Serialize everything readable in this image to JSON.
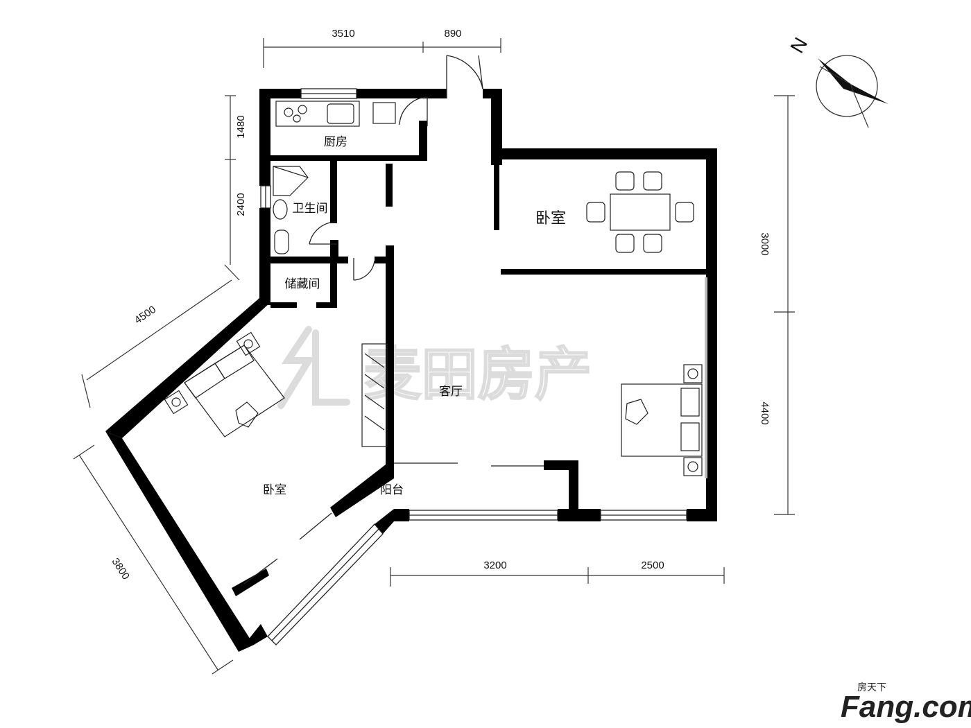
{
  "rooms": {
    "kitchen": "厨房",
    "bathroom": "卫生间",
    "storage": "储藏间",
    "bedroom_north": "卧室",
    "living_room": "客厅",
    "bedroom_master": "卧室",
    "balcony": "阳台"
  },
  "dimensions": {
    "top_left": "3510",
    "top_right": "890",
    "left_upper": "1480",
    "left_lower": "2400",
    "right_upper": "3000",
    "right_lower": "4400",
    "diag_upper": "4500",
    "diag_lower": "3800",
    "bottom_left": "3200",
    "bottom_right": "2500"
  },
  "compass": {
    "label": "N"
  },
  "watermark": {
    "text": "麦田房产"
  },
  "logo": {
    "top": "房天下",
    "brand": "Fang.com"
  },
  "colors": {
    "wall": "#000000",
    "line": "#222222",
    "watermark": "#dcdcdc"
  }
}
